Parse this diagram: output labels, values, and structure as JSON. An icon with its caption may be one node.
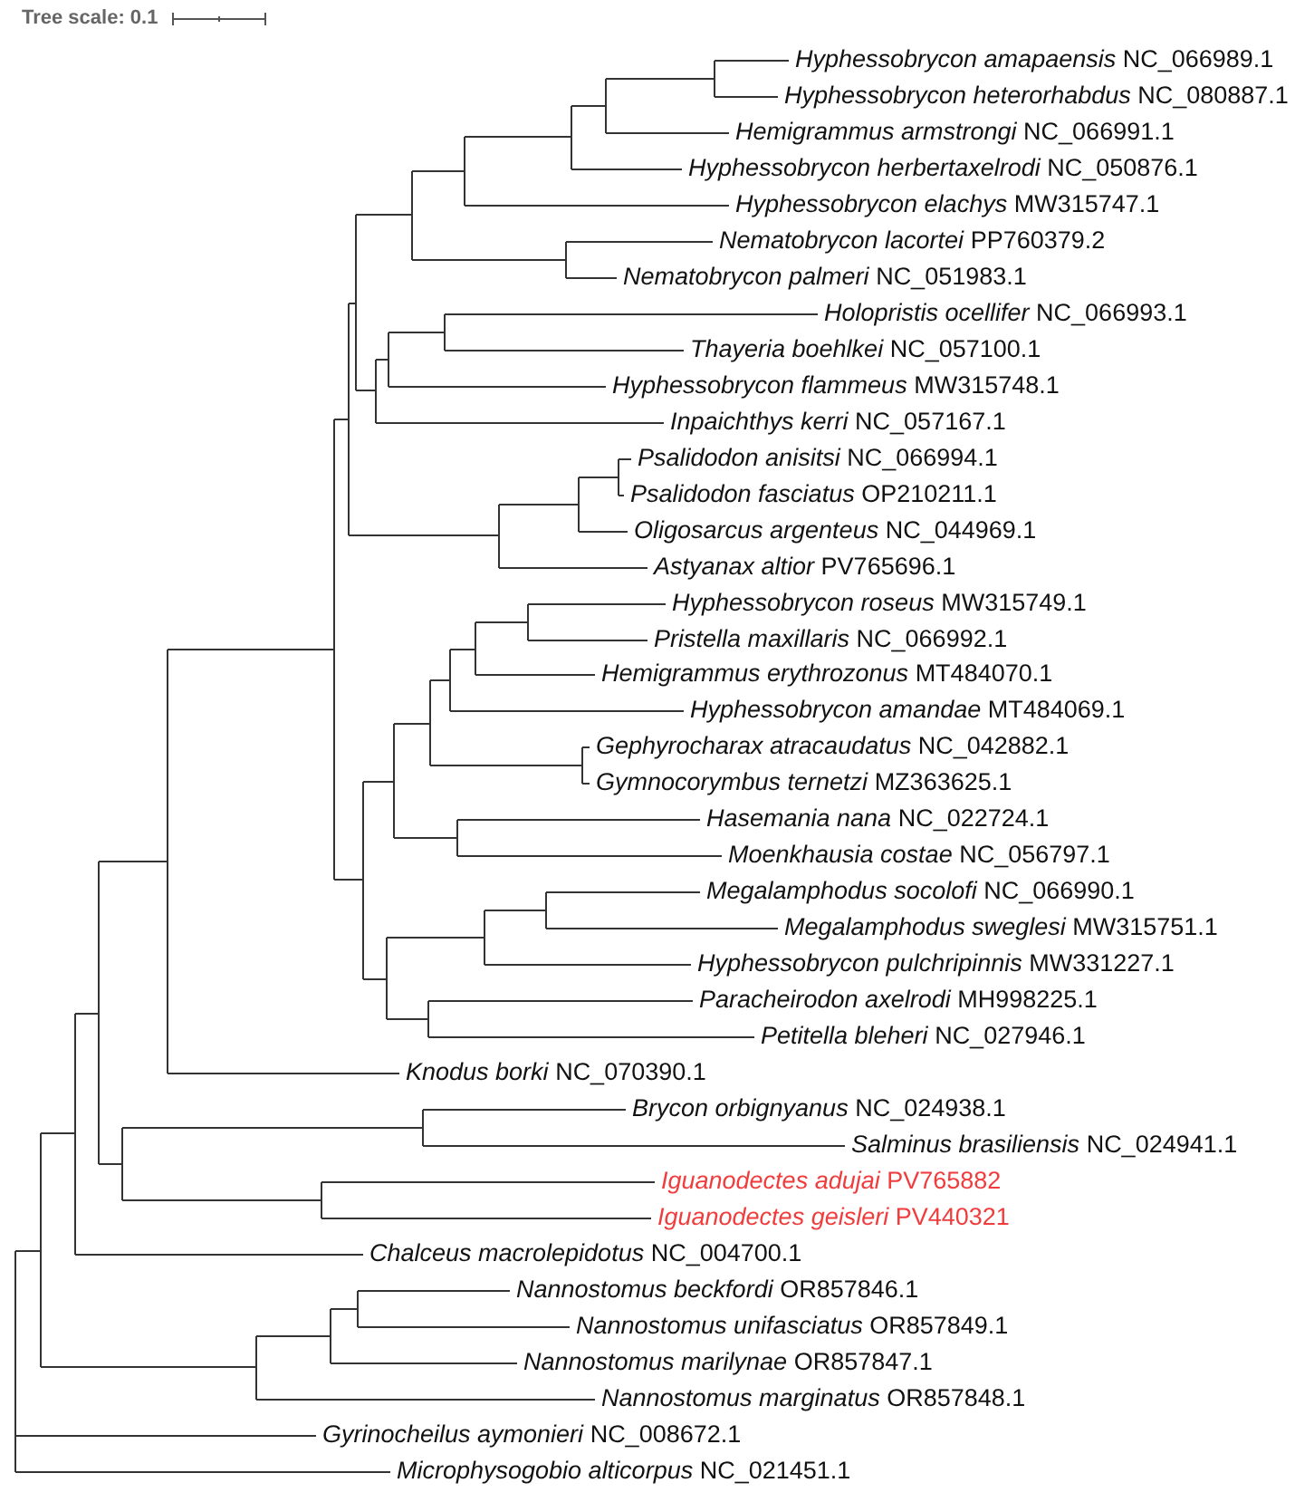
{
  "diagram": {
    "labels": [
      "Tree scale: 0.1",
      "*Hyphessobrycon amapaensis* NC_066989.1",
      "*Hyphessobrycon heterorhabdus* NC_080887.1",
      "*Hemigrammus armstrongi* NC_066991.1",
      "*Hyphessobrycon herbertaxelrodi* NC_050876.1",
      "*Hyphessobrycon elachys* MW315747.1",
      "*Nematobrycon lacortei* PP760379.2",
      "*Nematobrycon palmeri* NC_051983.1",
      "*Holopristis ocellifer* NC_066993.1",
      "*Thayeria boehlkei* NC_057100.1",
      "*Hyphessobrycon flammeus* MW315748.1",
      "*Inpaichthys kerri* NC_057167.1",
      "*Psalidodon anisitsi* NC_066994.1",
      "*Psalidodon fasciatus* OP210211.1",
      "*Oligosarcus argenteus* NC_044969.1",
      "*Astyanax altior* PV765696.1",
      "*Hyphessobrycon roseus* MW315749.1",
      "*Pristella maxillaris* NC_066992.1",
      "*Hemigrammus erythrozonus* MT484070.1",
      "*Hyphessobrycon amandae* MT484069.1",
      "*Gephyrocharax atracaudatus* NC_042882.1",
      "*Gymnocorymbus ternetzi* MZ363625.1",
      "*Hasemania nana* NC_022724.1",
      "*Moenkhausia costae* NC_056797.1",
      "*Megalamphodus socolofi* NC_066990.1",
      "*Megalamphodus sweglesi* MW315751.1",
      "*Hyphessobrycon pulchripinnis* MW331227.1",
      "*Paracheirodon axelrodi* MH998225.1",
      "*Petitella bleheri* NC_027946.1",
      "*Knodus borki* NC_070390.1",
      "*Brycon orbignyanus* NC_024938.1",
      "*Salminus brasiliensis* NC_024941.1",
      "*Iguanodectes adujai* PV765882",
      "*Iguanodectes geisleri* PV440321",
      "*Chalceus macrolepidotus* NC_004700.1",
      "*Nannostomus beckfordi* OR857846.1",
      "*Nannostomus unifasciatus* OR857849.1",
      "*Nannostomus marilynae* OR857847.1",
      "*Nannostomus marginatus* OR857848.1",
      "*Gyrinocheilus aymonieri* NC_008672.1",
      "*Microphysogobio alticorpus* NC_021451.1"
    ]
  }
}
